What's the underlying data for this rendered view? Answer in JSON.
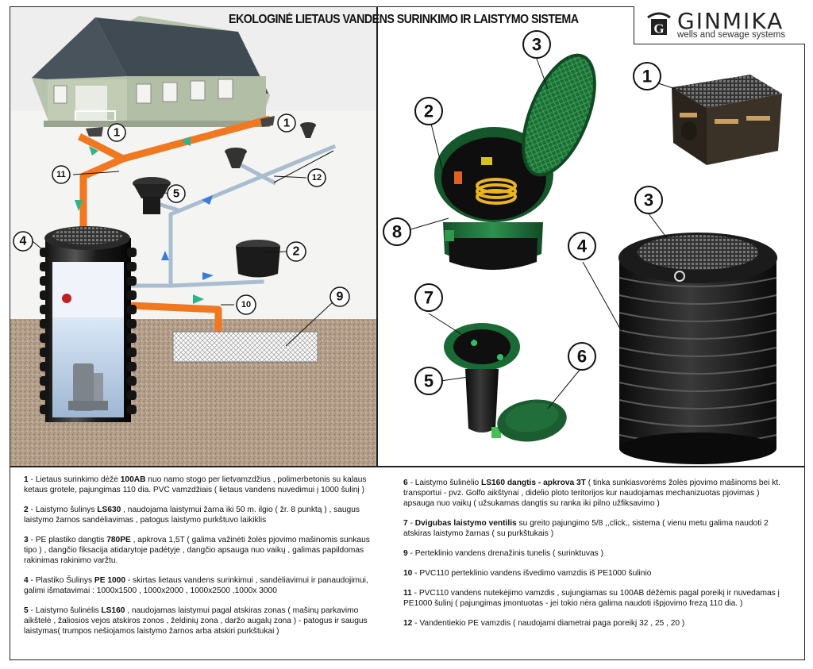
{
  "title": "EKOLOGINĖ LIETAUS VANDENS SURINKIMO IR LAISTYMO SISTEMA",
  "logo": {
    "brand": "GINMIKA",
    "tagline": "wells and sewage systems",
    "mark": "G"
  },
  "colors": {
    "orange_pipe": "#f07820",
    "blue_pipe": "#a9bdd0",
    "arrow_teal": "#2fb38a",
    "arrow_blue": "#3c7bd8",
    "green_part": "#1f7a3a",
    "ground": "#b09a86"
  },
  "badges_diagram": [
    "1",
    "1",
    "11",
    "12",
    "5",
    "4",
    "2",
    "10",
    "9"
  ],
  "badges_photos": [
    "3",
    "1",
    "2",
    "8",
    "3",
    "4",
    "7",
    "6",
    "5"
  ],
  "legend_left": [
    {
      "num": "1",
      "pre": " - Lietaus surinkimo dėžė ",
      "bold": "100AB",
      "post": " nuo namo stogo per lietvamzdžius , polimerbetonis su kalaus ketaus grotele, pajungimas 110 dia. PVC vamzdžiais ( lietaus vandens nuvedimui į 1000 šulinį )"
    },
    {
      "num": "2",
      "pre": " - Laistymo šulinys  ",
      "bold": "LS630",
      "post": " , naudojama laistymui žarna iki 50 m. ilgio ( žr. 8 punktą ) , saugus  laistymo žarnos sandėliavimas , patogus laistymo purkštuvo laikiklis"
    },
    {
      "num": "3",
      "pre": " - PE plastiko dangtis ",
      "bold": "780PE",
      "post": " ,  apkrova 1,5T ( galima važinėti žolės pjovimo mašinomis sunkaus tipo ) , dangčio fiksacija atidarytoje padėtyje , dangčio apsauga  nuo vaikų , galimas papildomas rakinimas rakinimo varžtu."
    },
    {
      "num": "4",
      "pre": " - Plastiko Šulinys  ",
      "bold": "PE 1000",
      "post": " - skirtas lietaus vandens  surinkimui , sandėliavimui  ir panaudojimui, galimi išmatavimai : 1000x1500 , 1000x2000 , 1000x2500 ,1000x 3000"
    },
    {
      "num": "5",
      "pre": " - Laistymo šulinėlis  ",
      "bold": "LS160",
      "post": " , naudojamas laistymui pagal atskiras zonas ( mašinų parkavimo aikštelė , žaliosios vejos atskiros zonos , želdinių zona , daržo augalų zona ) - patogus ir saugus laistymas(  trumpos nešiojamos laistymo  žarnos  arba atskiri purkštukai )"
    }
  ],
  "legend_right": [
    {
      "num": "6",
      "pre": " - Laistymo šulinėlio ",
      "bold": "LS160 dangtis - apkrova 3T",
      "post": " ( tinka sunkiasvorėms žolės pjovimo mašinoms bei kt. transportui - pvz. Golfo aikštynai , didelio ploto teritorijos kur naudojamas mechanizuotas pjovimas ) apsauga nuo vaikų ( užsukamas dangtis su ranka iki pilno užfiksavimo )"
    },
    {
      "num": "7",
      "pre": " - ",
      "bold": "Dvigubas laistymo ventilis",
      "post": " su greito pajungimo 5/8 ,,click,, sistema ( vienu metu galima naudoti 2 atskiras laistymo žarnas ( su purkštukais )"
    },
    {
      "num": "9",
      "pre": " - Perteklinio vandens drenažinis tunelis ( surinktuvas )",
      "bold": "",
      "post": ""
    },
    {
      "num": "10",
      "pre": " - PVC110 perteklinio vandens išvedimo vamzdis iš PE1000 šulinio",
      "bold": "",
      "post": ""
    },
    {
      "num": "11",
      "pre": " - PVC110 vandens nutekėjimo vamzdis , sujungiamas su 100AB dėžėmis pagal poreikį ir nuvedamas į PE1000 šulinį ( pajungimas įmontuotas - jei tokio nėra galima naudoti išpjovimo frezą 110 dia. )",
      "bold": "",
      "post": ""
    },
    {
      "num": "12",
      "pre": " - Vandentiekio PE vamzdis ( naudojami diametrai paga poreikį 32 , 25 , 20 )",
      "bold": "",
      "post": ""
    }
  ]
}
